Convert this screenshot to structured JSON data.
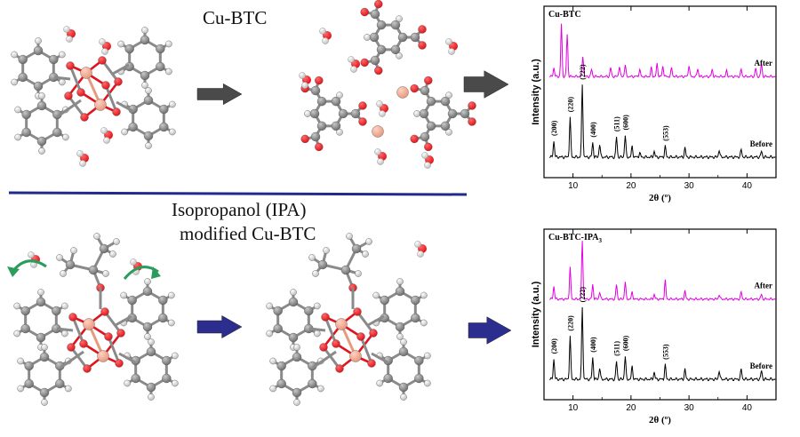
{
  "top": {
    "title": "Cu-BTC",
    "panel_label": "Cu-BTC"
  },
  "bottom": {
    "title_line1": "Isopropanol (IPA)",
    "title_line2": "modified Cu-BTC",
    "panel_label_base": "Cu-BTC-IPA",
    "panel_label_sub": "3"
  },
  "colors": {
    "divider": "#1f2a8c",
    "arrow_top": "#4a4a4a",
    "arrow_bottom": "#2b2e8f",
    "curve_arrow": "#2a9d5c",
    "after_trace": "#e000e0",
    "before_trace": "#000000",
    "copper": "#e89a80",
    "oxygen": "#e0141c",
    "carbon": "#6e6e6e",
    "hydrogen": "#f2f2f2"
  },
  "chart_data": [
    {
      "type": "line",
      "title": "Cu-BTC",
      "xlabel": "2θ (º)",
      "ylabel": "Intensity (a.u.)",
      "xlim": [
        5,
        45
      ],
      "xticks": [
        10,
        20,
        30,
        40
      ],
      "series": [
        {
          "name": "After",
          "peaks": [
            [
              6.7,
              0.15
            ],
            [
              8.0,
              0.9
            ],
            [
              9.0,
              0.72
            ],
            [
              11.7,
              0.35
            ],
            [
              13.2,
              0.12
            ],
            [
              16.5,
              0.15
            ],
            [
              18.0,
              0.18
            ],
            [
              19.0,
              0.2
            ],
            [
              21.5,
              0.12
            ],
            [
              23.5,
              0.15
            ],
            [
              24.5,
              0.22
            ],
            [
              25.5,
              0.18
            ],
            [
              27.0,
              0.15
            ],
            [
              30.0,
              0.2
            ],
            [
              31.5,
              0.14
            ],
            [
              34.0,
              0.12
            ],
            [
              36.5,
              0.1
            ],
            [
              39.0,
              0.12
            ],
            [
              41.5,
              0.14
            ],
            [
              42.5,
              0.22
            ]
          ]
        },
        {
          "name": "Before",
          "peaks": [
            [
              6.7,
              0.22
            ],
            [
              9.5,
              0.55
            ],
            [
              11.6,
              1.0
            ],
            [
              13.4,
              0.2
            ],
            [
              14.6,
              0.18
            ],
            [
              17.5,
              0.28
            ],
            [
              19.0,
              0.3
            ],
            [
              20.2,
              0.15
            ],
            [
              21.5,
              0.06
            ],
            [
              24.0,
              0.08
            ],
            [
              25.9,
              0.15
            ],
            [
              29.3,
              0.13
            ],
            [
              35.2,
              0.1
            ],
            [
              39.0,
              0.1
            ],
            [
              42.5,
              0.08
            ]
          ]
        }
      ],
      "annotations": [
        {
          "text": "(200)",
          "x": 6.7
        },
        {
          "text": "(220)",
          "x": 9.5
        },
        {
          "text": "(222)",
          "x": 11.6
        },
        {
          "text": "(400)",
          "x": 13.4
        },
        {
          "text": "(511)",
          "x": 17.5
        },
        {
          "text": "(600)",
          "x": 19.0
        },
        {
          "text": "(553)",
          "x": 25.9
        }
      ]
    },
    {
      "type": "line",
      "title": "Cu-BTC-IPA3",
      "xlabel": "2θ (º)",
      "ylabel": "Intensity (a.u.)",
      "xlim": [
        5,
        45
      ],
      "xticks": [
        10,
        20,
        30,
        40
      ],
      "series": [
        {
          "name": "After",
          "peaks": [
            [
              6.7,
              0.22
            ],
            [
              9.5,
              0.55
            ],
            [
              11.6,
              1.0
            ],
            [
              13.4,
              0.25
            ],
            [
              14.6,
              0.12
            ],
            [
              17.5,
              0.25
            ],
            [
              19.0,
              0.3
            ],
            [
              20.2,
              0.12
            ],
            [
              24.0,
              0.08
            ],
            [
              25.9,
              0.32
            ],
            [
              29.3,
              0.14
            ],
            [
              35.2,
              0.08
            ],
            [
              39.0,
              0.12
            ],
            [
              42.5,
              0.08
            ]
          ]
        },
        {
          "name": "Before",
          "peaks": [
            [
              6.7,
              0.28
            ],
            [
              9.5,
              0.6
            ],
            [
              11.6,
              1.0
            ],
            [
              13.4,
              0.3
            ],
            [
              14.6,
              0.16
            ],
            [
              17.5,
              0.25
            ],
            [
              19.0,
              0.32
            ],
            [
              20.2,
              0.18
            ],
            [
              24.0,
              0.1
            ],
            [
              25.9,
              0.2
            ],
            [
              29.3,
              0.14
            ],
            [
              35.2,
              0.12
            ],
            [
              39.0,
              0.14
            ],
            [
              42.5,
              0.12
            ]
          ]
        }
      ],
      "annotations": [
        {
          "text": "(200)",
          "x": 6.7
        },
        {
          "text": "(220)",
          "x": 9.5
        },
        {
          "text": "(222)",
          "x": 11.6
        },
        {
          "text": "(400)",
          "x": 13.4
        },
        {
          "text": "(511)",
          "x": 17.5
        },
        {
          "text": "(600)",
          "x": 19.0
        },
        {
          "text": "(553)",
          "x": 25.9
        }
      ]
    }
  ]
}
